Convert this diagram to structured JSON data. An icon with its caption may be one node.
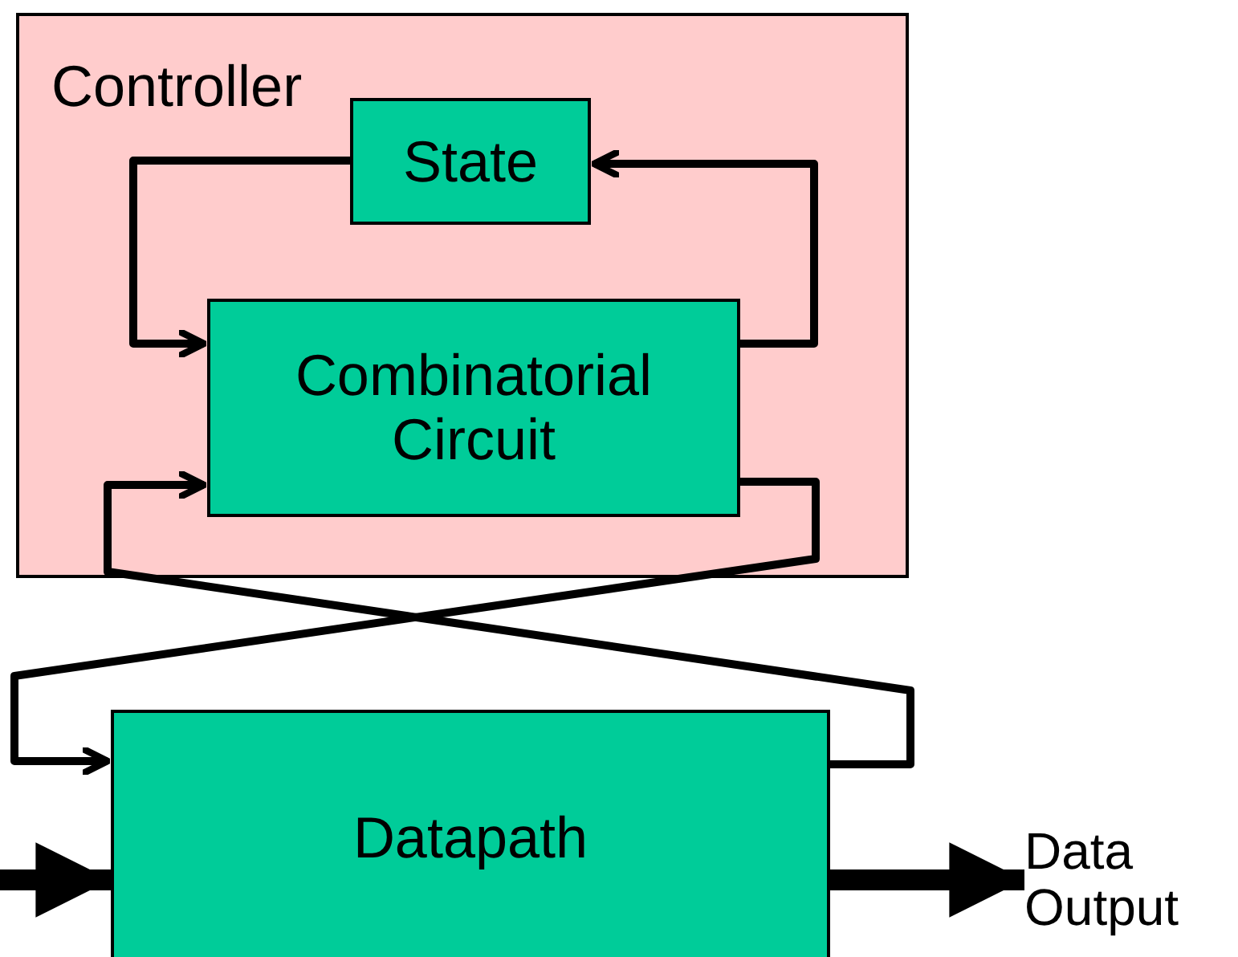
{
  "diagram": {
    "nodes": [
      {
        "text": [
          "Controller"
        ]
      },
      {
        "text": [
          "State"
        ],
        "in": 0
      },
      {
        "text": [
          "Combinatorial Circuit"
        ],
        "in": 0
      },
      {
        "text": [
          "Datapath"
        ]
      },
      {
        "text": [
          "Data Output"
        ]
      }
    ],
    "edges": [
      {
        "from": 1,
        "to": 2,
        "arrow": "to"
      },
      {
        "from": 2,
        "to": 1,
        "arrow": "to"
      },
      {
        "from": 2,
        "to": 3,
        "arrow": "to"
      },
      {
        "from": 3,
        "to": 2,
        "arrow": "to"
      },
      {
        "from": null,
        "to": 3,
        "arrow": "to",
        "style": "thick"
      },
      {
        "from": 3,
        "to": 4,
        "arrow": "to",
        "style": "thick"
      }
    ]
  }
}
